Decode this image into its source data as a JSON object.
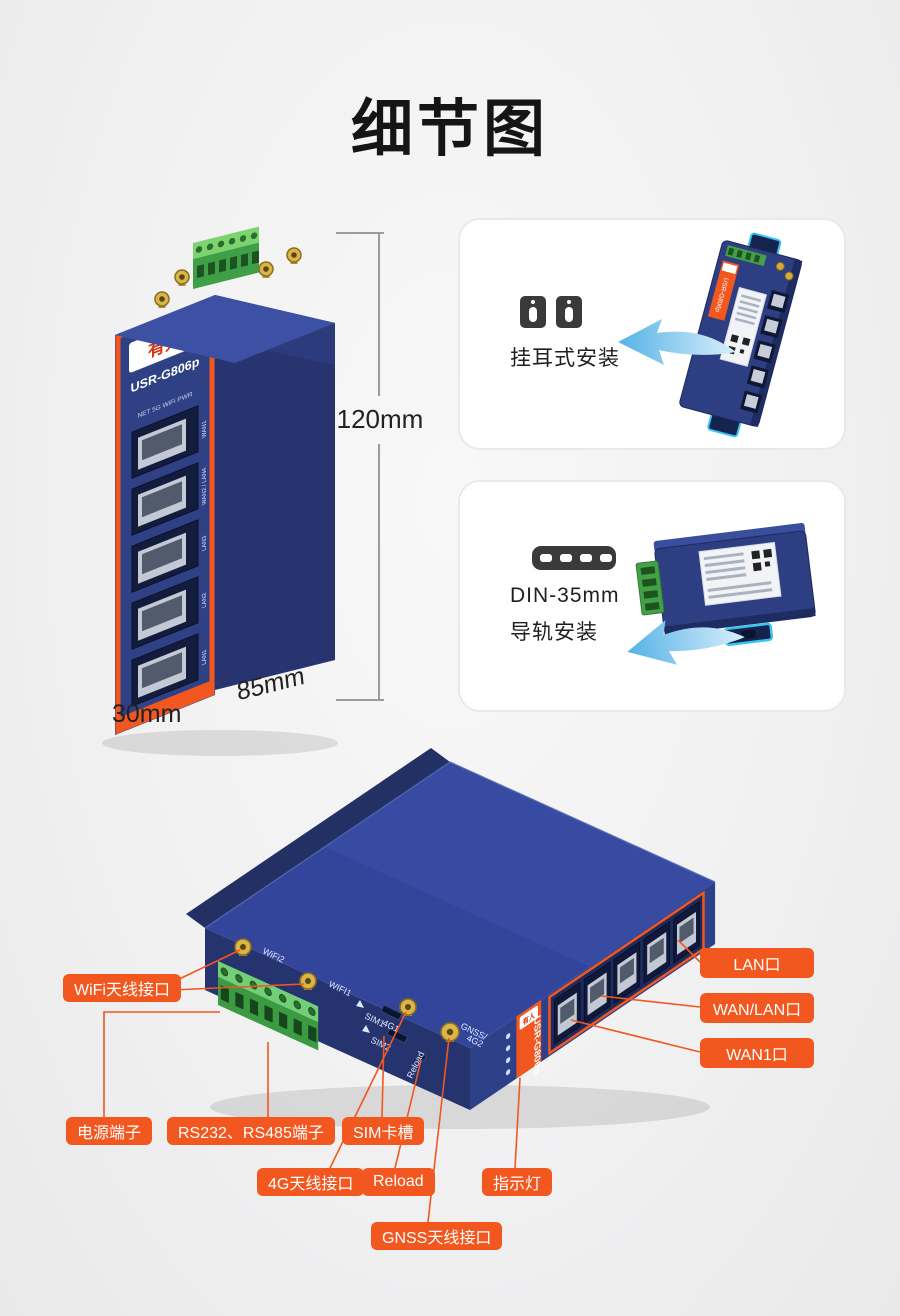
{
  "page": {
    "title": "细节图"
  },
  "device": {
    "brand": "有人",
    "model": "USR-G806p",
    "led_text": "NET 5G WiFi PWR",
    "ports": [
      "WAN1",
      "WAN2 / LAN4",
      "LAN3",
      "LAN2",
      "LAN1"
    ]
  },
  "dimensions": {
    "height": "120mm",
    "width": "30mm",
    "depth": "85mm"
  },
  "mount_cards": [
    {
      "title": "挂耳式安装"
    },
    {
      "line1": "DIN-35mm",
      "line2": "导轨安装"
    }
  ],
  "top_labels": {
    "wifi2": "WiFi2",
    "wifi1": "WIFI1",
    "sim1": "SIM1",
    "g4_1": "4G1",
    "sim2": "SIM2",
    "gnss1": "GNSS/",
    "gnss2": "4G2",
    "reload": "Reload"
  },
  "callouts": {
    "wifi": "WiFi天线接口",
    "power": "电源端子",
    "rs": "RS232、RS485端子",
    "sim": "SIM卡槽",
    "g4": "4G天线接口",
    "reload": "Reload",
    "gnss": "GNSS天线接口",
    "indicator": "指示灯",
    "lan": "LAN口",
    "wanlan": "WAN/LAN口",
    "wan1": "WAN1口"
  },
  "colors": {
    "accent": "#F1571F",
    "navy": "#2E3F85",
    "green": "#43A047",
    "gold": "#D9B54A",
    "arrow_blue": "#55B2E6"
  }
}
